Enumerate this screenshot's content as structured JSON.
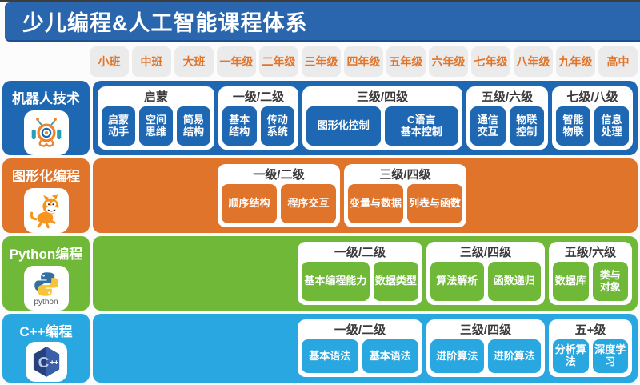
{
  "title": "少儿编程&人工智能课程体系",
  "grades": [
    "小班",
    "中班",
    "大班",
    "一年级",
    "二年级",
    "三年级",
    "四年级",
    "五年级",
    "六年级",
    "七年级",
    "八年级",
    "九年级",
    "高中"
  ],
  "colors": {
    "title_bar": "#2a66ad",
    "robot_blue": "#1e68b3",
    "scratch_orange": "#e0742b",
    "python_green": "#6fb838",
    "cpp_blue": "#29a7e0",
    "grade_text": "#e0752c",
    "grade_chip_bg": "#ebebeb"
  },
  "tracks": [
    {
      "label": "机器人技术",
      "icon": "robot-icon",
      "groups": [
        {
          "title": "启蒙",
          "items": [
            "启蒙\n动手",
            "空间\n思维",
            "简易\n结构"
          ]
        },
        {
          "title": "一级/二级",
          "items": [
            "基本\n结构",
            "传动\n系统"
          ]
        },
        {
          "title": "三级/四级",
          "items": [
            "图形化控制",
            "C语言\n基本控制"
          ]
        },
        {
          "title": "五级/六级",
          "items": [
            "通信\n交互",
            "物联\n控制"
          ]
        },
        {
          "title": "七级/八级",
          "items": [
            "智能\n物联",
            "信息\n处理"
          ]
        }
      ]
    },
    {
      "label": "图形化编程",
      "icon": "scratch-cat-icon",
      "groups": [
        {
          "title": "一级/二级",
          "items": [
            "顺序结构",
            "程序交互"
          ]
        },
        {
          "title": "三级/四级",
          "items": [
            "变量与数据",
            "列表与函数"
          ]
        }
      ]
    },
    {
      "label": "Python编程",
      "icon": "python-icon",
      "icon_text": "python",
      "groups": [
        {
          "title": "一级/二级",
          "items": [
            "基本编程能力",
            "数据类型"
          ]
        },
        {
          "title": "三级/四级",
          "items": [
            "算法解析",
            "函数递归"
          ]
        },
        {
          "title": "五级/六级",
          "items": [
            "数据库",
            "类与\n对象"
          ]
        }
      ]
    },
    {
      "label": "C++编程",
      "icon": "cpp-icon",
      "groups": [
        {
          "title": "一级/二级",
          "items": [
            "基本语法",
            "基本语法"
          ]
        },
        {
          "title": "三级/四级",
          "items": [
            "进阶算法",
            "进阶算法"
          ]
        },
        {
          "title": "五+级",
          "items": [
            "分析算法",
            "深度学习"
          ]
        }
      ]
    }
  ]
}
